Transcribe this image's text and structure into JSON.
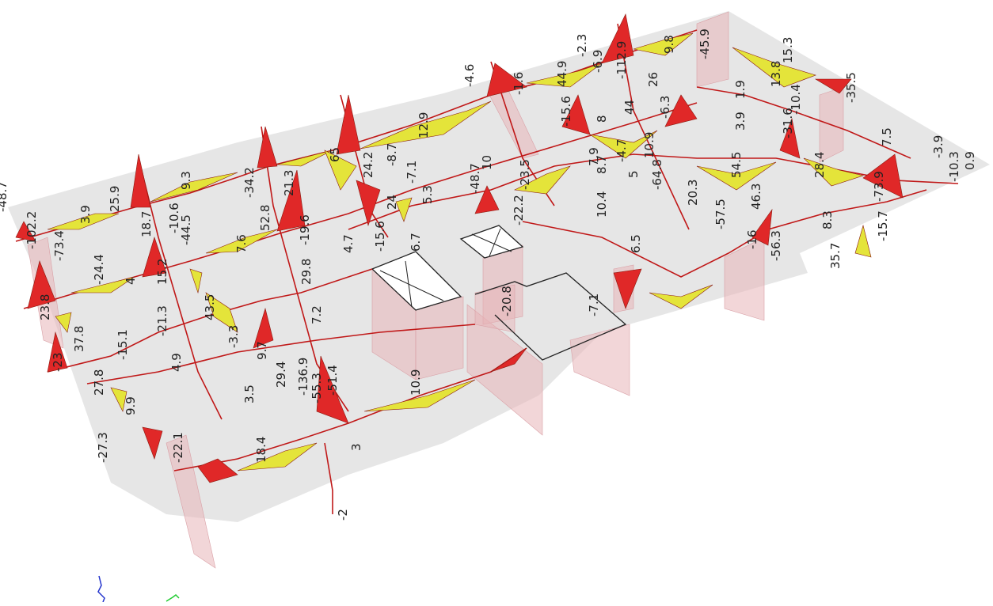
{
  "colors": {
    "slab": "#dcdcdc",
    "wall": "#e8b4b8",
    "opening_fill": "#ffffff",
    "diagram_negative": "#e02828",
    "diagram_positive": "#e4e43a",
    "label_text": "#222222",
    "axis_x": "#2233cc",
    "axis_y": "#22cc33"
  },
  "labels": [
    "-48.7",
    "3.9",
    "-102.2",
    "-73.4",
    "23.8",
    "-23",
    "37.8",
    "27.8",
    "9.9",
    "-27.3",
    "-22.1",
    "25.9",
    "18.7",
    "-10.6",
    "-24.4",
    "4",
    "15.2",
    "9.3",
    "-44.5",
    "-21.3",
    "43.5",
    "-3.3",
    "4.9",
    "-15.1",
    "-34.2",
    "21.3",
    "52.8",
    "-19.6",
    "29.8",
    "7.6",
    "7.2",
    "9.7",
    "3.5",
    "29.4",
    "-136.9",
    "-51.4",
    "-55.3",
    "18.4",
    "3",
    "-2",
    "65",
    "24.2",
    "-8.7",
    "-7.1",
    "24",
    "5.3",
    "6.7",
    "-15.6",
    "4.7",
    "10.9",
    "12.9",
    "-4.6",
    "10",
    "-23.5",
    "-22.2",
    "-48.7",
    "-1.6",
    "-20.8",
    "-7.1",
    "-2.3",
    "-6.9",
    "-112.9",
    "44.9",
    "-15.6",
    "8",
    "44",
    "7.9",
    "-4.7",
    "8.7",
    "10.4",
    "6.5",
    "9.8",
    "26",
    "-6.3",
    "10.9",
    "5",
    "-64.8",
    "20.3",
    "-57.5",
    "-16",
    "-56.3",
    "-45.9",
    "1.9",
    "13.8",
    "15.3",
    "3.9",
    "-10.4",
    "-31.6",
    "54.5",
    "46.3",
    "28.4",
    "8.3",
    "-35.5",
    "7.5",
    "-3.9",
    "-73.9",
    "-15.7",
    "35.7",
    "-10.3",
    "0.9"
  ]
}
